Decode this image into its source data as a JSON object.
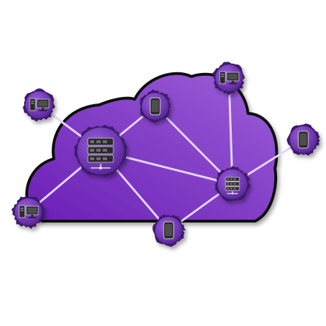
{
  "diagram": {
    "kind": "cloud-network",
    "colors": {
      "cloud_light": "#9b5fd8",
      "cloud_dark": "#6a1fb5",
      "cloud_outline": "#111111",
      "link": "#e6d3ff",
      "node_fill": "#7a35c9",
      "node_edge": "#3a1a6a",
      "device": "#2a2a2a",
      "screen": "#4d4d4d"
    },
    "nodes": [
      {
        "id": "main-server",
        "icon": "server-rack-icon"
      },
      {
        "id": "secondary-server",
        "icon": "server-rack-icon"
      },
      {
        "id": "phone-top",
        "icon": "smartphone-icon"
      },
      {
        "id": "phone-bottom",
        "icon": "smartphone-icon"
      },
      {
        "id": "phone-right",
        "icon": "smartphone-icon"
      },
      {
        "id": "desktop-upper-left",
        "icon": "desktop-computer-icon"
      },
      {
        "id": "desktop-top-right",
        "icon": "desktop-computer-icon"
      },
      {
        "id": "desktop-lower-left",
        "icon": "desktop-computer-icon"
      }
    ],
    "links": [
      [
        "main-server",
        "desktop-upper-left"
      ],
      [
        "main-server",
        "desktop-lower-left"
      ],
      [
        "main-server",
        "phone-top"
      ],
      [
        "main-server",
        "phone-bottom"
      ],
      [
        "main-server",
        "secondary-server"
      ],
      [
        "phone-top",
        "secondary-server"
      ],
      [
        "desktop-top-right",
        "secondary-server"
      ],
      [
        "phone-right",
        "secondary-server"
      ],
      [
        "phone-bottom",
        "secondary-server"
      ]
    ]
  }
}
